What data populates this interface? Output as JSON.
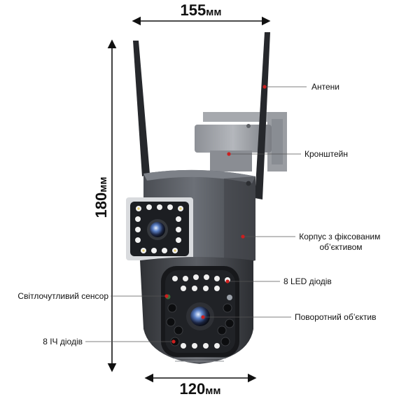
{
  "dimensions": {
    "width_top": {
      "value": "155",
      "unit": "мм"
    },
    "height_left": {
      "value": "180",
      "unit": "мм"
    },
    "width_bottom": {
      "value": "120",
      "unit": "мм"
    }
  },
  "callouts": {
    "antennas": "Антени",
    "bracket": "Кронштейн",
    "housing_line1": "Корпус з фіксованим",
    "housing_line2": "об’єктивом",
    "led": "8 LED діодів",
    "light_sensor": "Світлочутливий сенсор",
    "rotating_lens": "Поворотний об’єктив",
    "ir": "8 ІЧ діодів"
  },
  "colors": {
    "callout_dot": "#cc1f1f",
    "body": "#5b5f66",
    "antenna": "#2a2c30"
  }
}
